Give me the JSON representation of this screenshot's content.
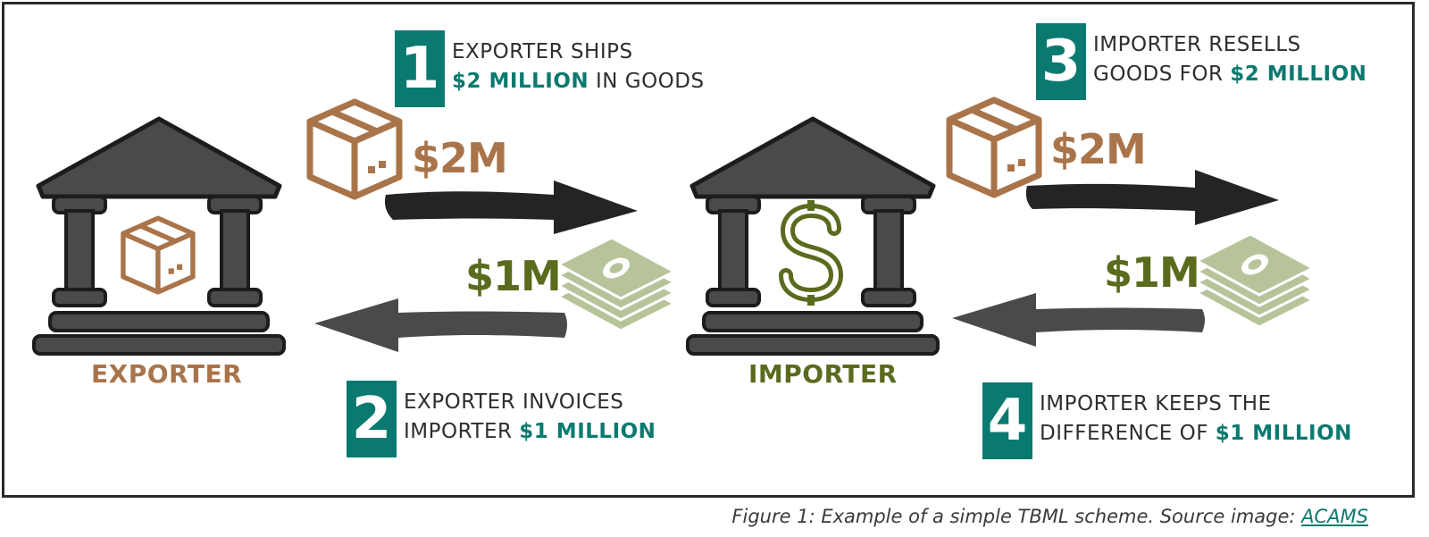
{
  "steps": [
    {
      "num": "1",
      "line1": "EXPORTER SHIPS",
      "line2_hl": "$2 MILLION",
      "line2_rest": " IN GOODS"
    },
    {
      "num": "2",
      "line1": "EXPORTER INVOICES",
      "line2_pre": "IMPORTER ",
      "line2_hl": "$1 MILLION"
    },
    {
      "num": "3",
      "line1": "IMPORTER RESELLS",
      "line2_pre": "GOODS FOR ",
      "line2_hl": "$2 MILLION"
    },
    {
      "num": "4",
      "line1": "IMPORTER KEEPS THE",
      "line2_pre": "DIFFERENCE OF ",
      "line2_hl": "$1 MILLION"
    }
  ],
  "labels": {
    "exporter": "EXPORTER",
    "importer": "IMPORTER"
  },
  "amounts": {
    "goods_1": "$2M",
    "money_1": "$1M",
    "goods_2": "$2M",
    "money_2": "$1M"
  },
  "icons": {
    "bank": "bank-icon",
    "box": "box-icon",
    "cash": "cash-stack-icon",
    "dollar": "dollar-icon"
  },
  "caption": {
    "text": "Figure 1: Example of a simple TBML scheme. Source image: ",
    "link": "ACAMS"
  },
  "colors": {
    "teal": "#0a7a70",
    "brown": "#a9744a",
    "olive": "#5a6b1e",
    "dark": "#3d3d3d",
    "cash": "#b7c49a"
  }
}
